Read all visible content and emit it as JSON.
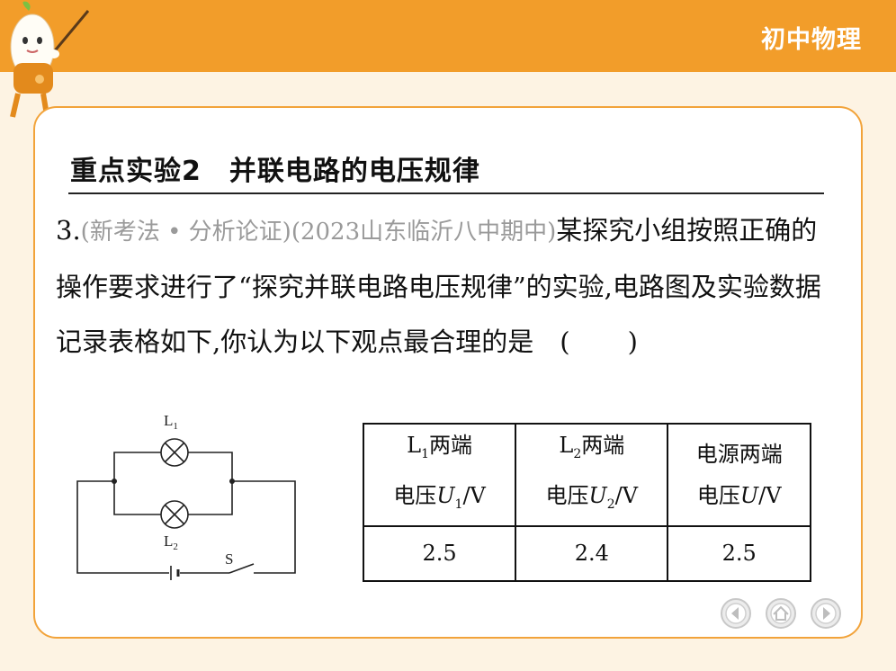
{
  "header": {
    "subject": "初中物理"
  },
  "section": {
    "title": "重点实验2　并联电路的电压规律"
  },
  "question": {
    "number": "3.",
    "tag": "(新考法 • 分析论证)",
    "source": "(2023山东临沂八中期中)",
    "text": "某探究小组按照正确的操作要求进行了“探究并联电路电压规律”的实验,电路图及实验数据记录表格如下,你认为以下观点最合理的是",
    "answer_blank": "(　　)"
  },
  "circuit": {
    "lamp1": "L",
    "lamp1_sub": "1",
    "lamp2": "L",
    "lamp2_sub": "2",
    "switch": "S"
  },
  "table": {
    "headers": [
      {
        "line1": "L",
        "line1_sub": "1",
        "line1_rest": "两端",
        "line2": "电压",
        "var": "U",
        "var_sub": "1",
        "unit": "/V"
      },
      {
        "line1": "L",
        "line1_sub": "2",
        "line1_rest": "两端",
        "line2": "电压",
        "var": "U",
        "var_sub": "2",
        "unit": "/V"
      },
      {
        "line1": "",
        "line1_sub": "",
        "line1_rest": "电源两端",
        "line2": "电压",
        "var": "U",
        "var_sub": "",
        "unit": "/V"
      }
    ],
    "values": [
      "2.5",
      "2.4",
      "2.5"
    ]
  },
  "nav": {
    "prev_icon": "arrow-left-icon",
    "home_icon": "home-icon",
    "next_icon": "arrow-right-icon"
  },
  "colors": {
    "accent": "#f29d2a",
    "background": "#fdf3e3",
    "card_border": "#f2a33a"
  }
}
